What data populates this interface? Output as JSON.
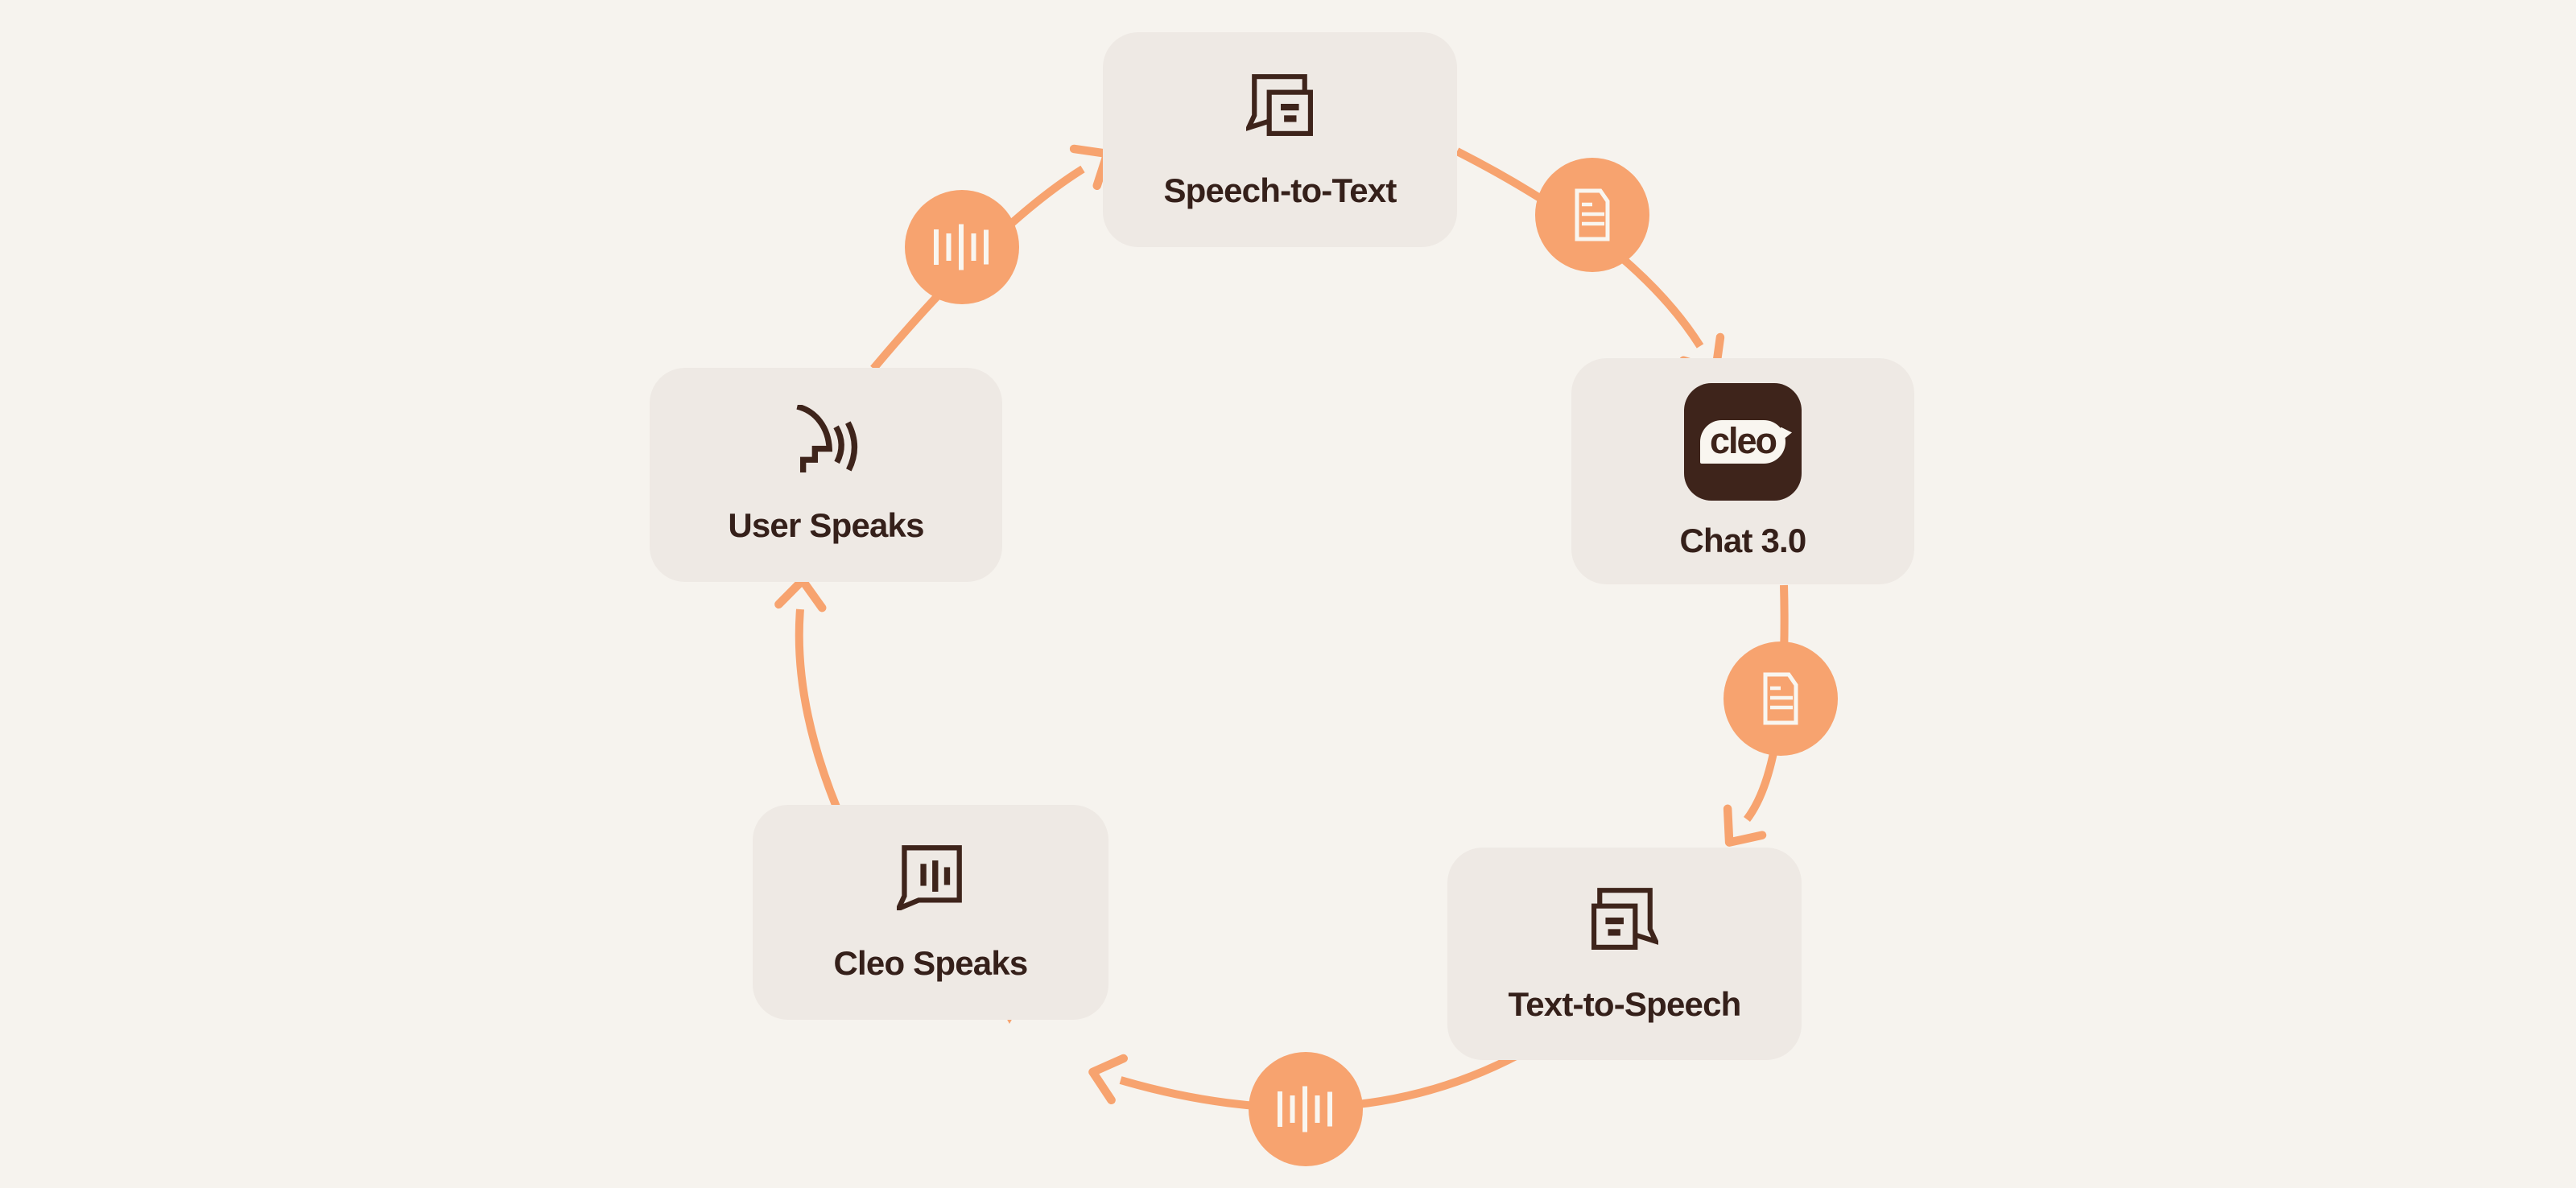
{
  "colors": {
    "bg": "#F6F3EE",
    "card": "#EEE9E4",
    "orange": "#F7A36F",
    "brown": "#3E241B",
    "text": "#35201A",
    "white": "#F9F6F0"
  },
  "diagram": {
    "nodes": [
      {
        "id": "speech-to-text",
        "label": "Speech-to-Text",
        "icon": "speech-bubble-with-text-icon"
      },
      {
        "id": "chat-3-0",
        "label": "Chat 3.0",
        "icon": "cleo-app-icon",
        "logo_text": "cleo"
      },
      {
        "id": "user-speaks",
        "label": "User Speaks",
        "icon": "person-speaking-icon"
      },
      {
        "id": "cleo-speaks",
        "label": "Cleo Speaks",
        "icon": "speech-bubble-waveform-icon"
      },
      {
        "id": "text-to-speech",
        "label": "Text-to-Speech",
        "icon": "speech-bubble-with-text-icon-mirrored"
      }
    ],
    "connectors": [
      {
        "from": "user-speaks",
        "to": "speech-to-text",
        "badge_icon": "waveform-icon"
      },
      {
        "from": "speech-to-text",
        "to": "chat-3-0",
        "badge_icon": "document-icon"
      },
      {
        "from": "chat-3-0",
        "to": "text-to-speech",
        "badge_icon": "document-icon"
      },
      {
        "from": "text-to-speech",
        "to": "cleo-speaks",
        "badge_icon": "waveform-icon"
      },
      {
        "from": "cleo-speaks",
        "to": "user-speaks",
        "badge_icon": null
      }
    ]
  }
}
